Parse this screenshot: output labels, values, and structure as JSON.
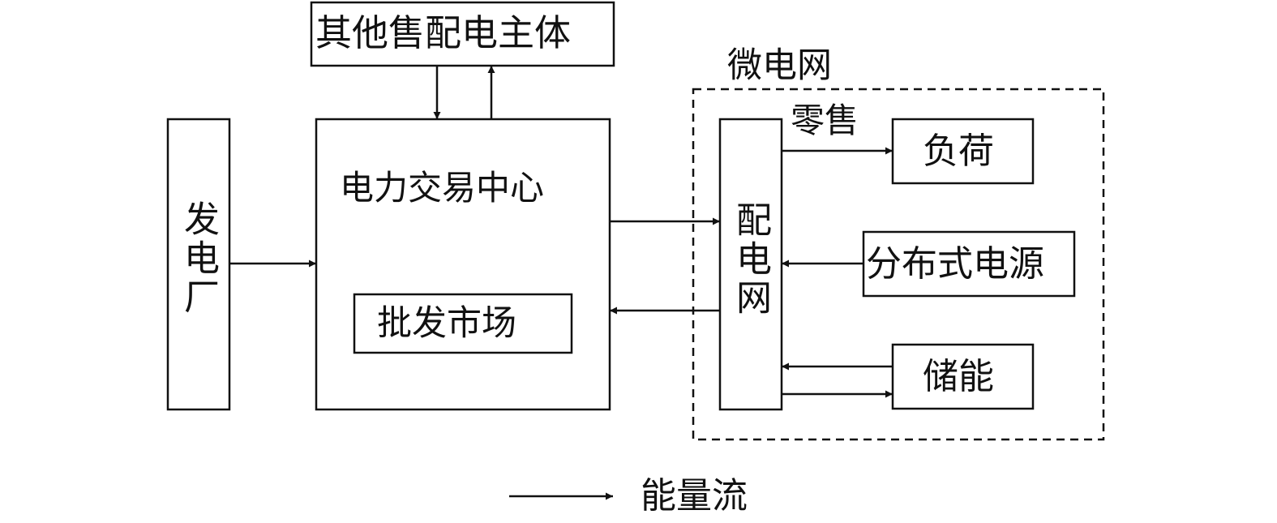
{
  "diagram": {
    "nodes": {
      "power_plant": "发电厂",
      "trading_center": "电力交易中心",
      "wholesale_market": "批发市场",
      "other_entities": "其他售配电主体",
      "microgrid": "微电网",
      "distribution_grid": "配电网",
      "load": "负荷",
      "distributed_generation": "分布式电源",
      "storage": "储能"
    },
    "edge_labels": {
      "retail": "零售"
    },
    "legend": {
      "energy_flow": "能量流"
    }
  }
}
